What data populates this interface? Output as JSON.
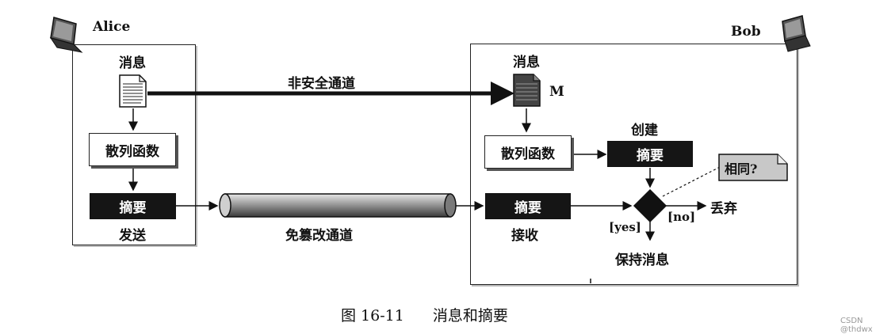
{
  "alice": {
    "name": "Alice",
    "message_label": "消息",
    "hash_label": "散列函数",
    "digest_label": "摘要",
    "send_label": "发送"
  },
  "bob": {
    "name": "Bob",
    "message_label": "消息",
    "message_symbol": "M",
    "hash_label": "散列函数",
    "create_label": "创建",
    "created_digest_label": "摘要",
    "received_digest_label": "摘要",
    "receive_label": "接收",
    "same_question": "相同?",
    "yes_label": "[yes]",
    "no_label": "[no]",
    "discard_label": "丢弃",
    "keep_label": "保持消息"
  },
  "channels": {
    "insecure": "非安全通道",
    "tamper_proof": "免篡改通道"
  },
  "caption": {
    "figure_number": "图 16-11",
    "title": "消息和摘要"
  },
  "watermark": "CSDN @thdwx",
  "icons": [
    "laptop-icon",
    "document-icon",
    "decision-diamond-icon",
    "note-icon",
    "pipe-icon"
  ]
}
